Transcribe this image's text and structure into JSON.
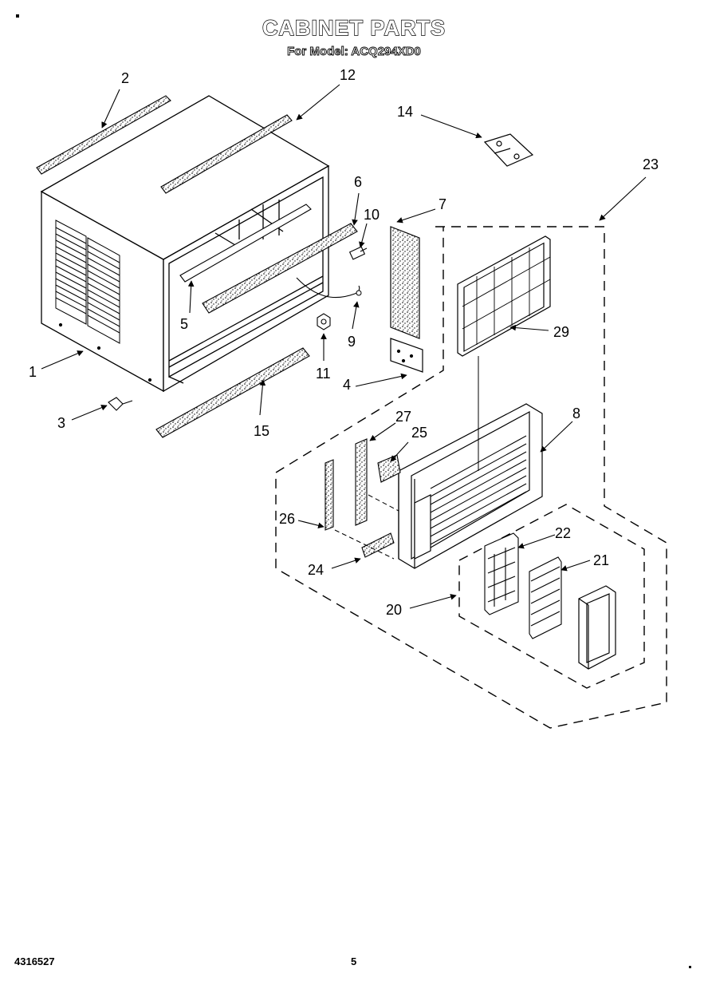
{
  "header": {
    "title": "CABINET PARTS",
    "subtitle": "For Model: ACQ294XD0"
  },
  "footer": {
    "document_number": "4316527",
    "page_number": "5"
  },
  "callouts": {
    "c1": "1",
    "c2": "2",
    "c3": "3",
    "c4": "4",
    "c5": "5",
    "c6": "6",
    "c7": "7",
    "c8": "8",
    "c9": "9",
    "c10": "10",
    "c11": "11",
    "c12": "12",
    "c14": "14",
    "c15": "15",
    "c20": "20",
    "c21": "21",
    "c22": "22",
    "c23": "23",
    "c24": "24",
    "c25": "25",
    "c26": "26",
    "c27": "27",
    "c29": "29"
  }
}
